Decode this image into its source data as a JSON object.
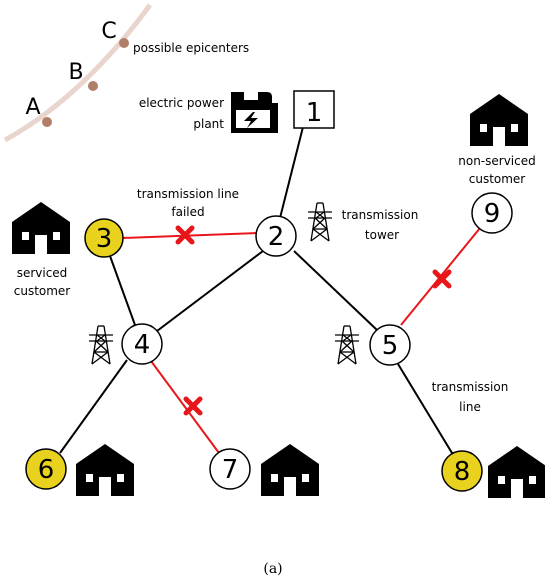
{
  "epicenters": {
    "label": "possible epicenters",
    "points": [
      "A",
      "B",
      "C"
    ]
  },
  "power_plant": {
    "label_line1": "electric power",
    "label_line2": "plant",
    "node": "1"
  },
  "nodes": {
    "n2": "2",
    "n3": "3",
    "n4": "4",
    "n5": "5",
    "n6": "6",
    "n7": "7",
    "n8": "8",
    "n9": "9"
  },
  "labels": {
    "failed_line1": "transmission line",
    "failed_line2": "failed",
    "tower_line1": "transmission",
    "tower_line2": "tower",
    "serviced_line1": "serviced",
    "serviced_line2": "customer",
    "nonserviced_line1": "non-serviced",
    "nonserviced_line2": "customer",
    "line_line1": "transmission",
    "line_line2": "line"
  },
  "caption": "(a)",
  "colors": {
    "serviced": "#e8d21d",
    "failed_line": "#e8161b",
    "epicenter_arc": "#e9d5cd",
    "epicenter_dot": "#b07f6a"
  }
}
